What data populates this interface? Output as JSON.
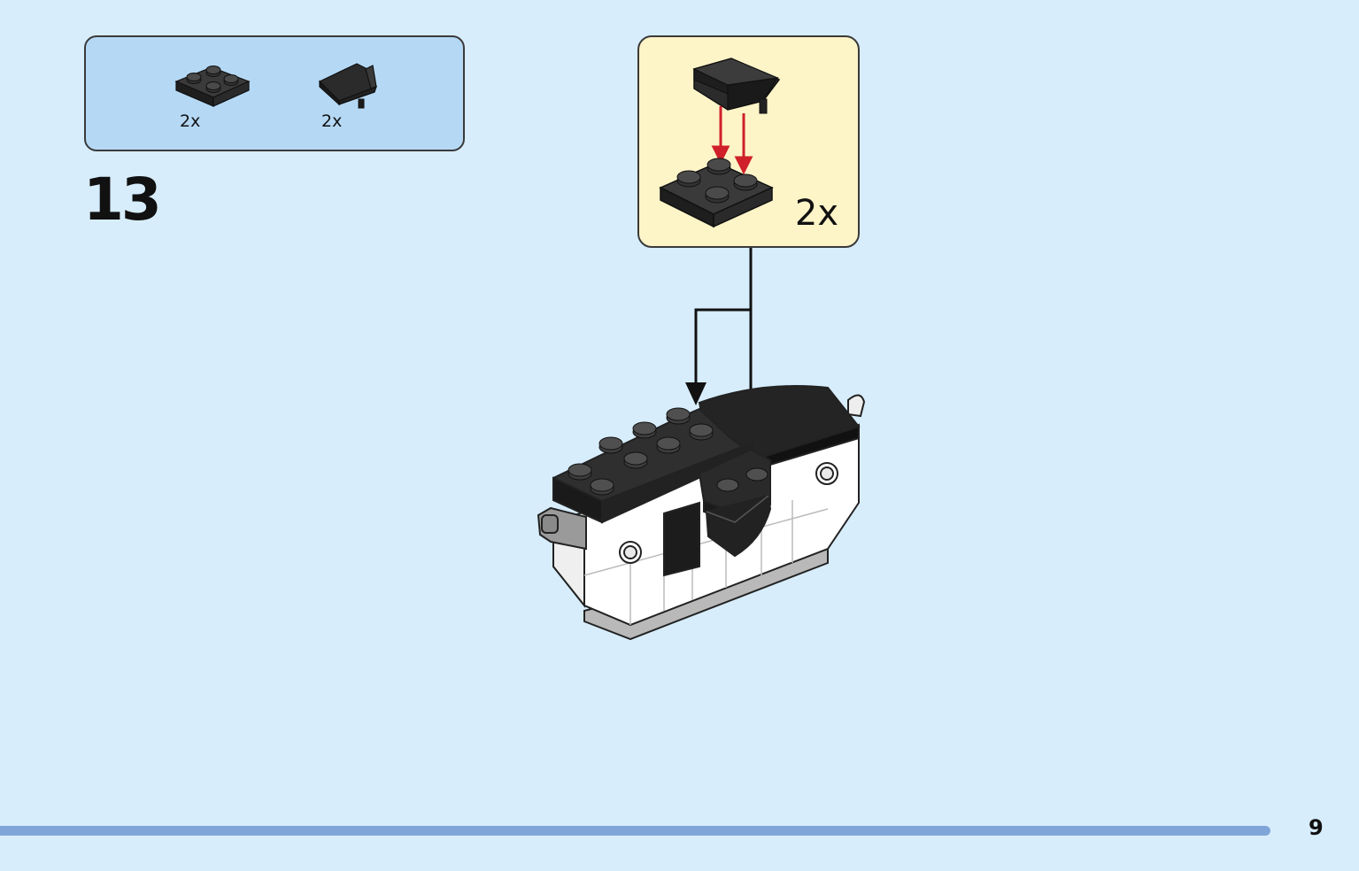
{
  "parts_list": {
    "items": [
      {
        "icon": "plate-2x2-icon",
        "qty": "2x",
        "color": "#2b2b2b"
      },
      {
        "icon": "wedge-slope-icon",
        "qty": "2x",
        "color": "#2b2b2b"
      }
    ]
  },
  "step": {
    "number": "13"
  },
  "subassembly": {
    "qty": "2x",
    "arrow_color": "#d0202a"
  },
  "footer": {
    "page_number": "9",
    "progress": 1.0
  },
  "colors": {
    "background": "#d7edfc",
    "parts_box": "#b5d9f5",
    "callout": "#fdf4c8",
    "progress": "#80a5d8",
    "brick_black": "#2b2b2b",
    "brick_white": "#ffffff"
  }
}
